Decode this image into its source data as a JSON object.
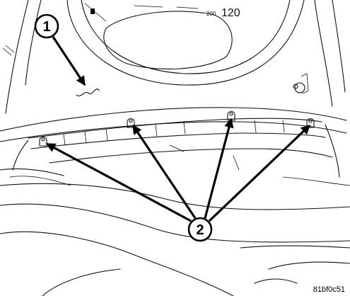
{
  "gauge": {
    "scale_small": "200",
    "scale_large": "120"
  },
  "callouts": [
    {
      "number": "1"
    },
    {
      "number": "2"
    }
  ],
  "figure_id": "81bf0c51"
}
